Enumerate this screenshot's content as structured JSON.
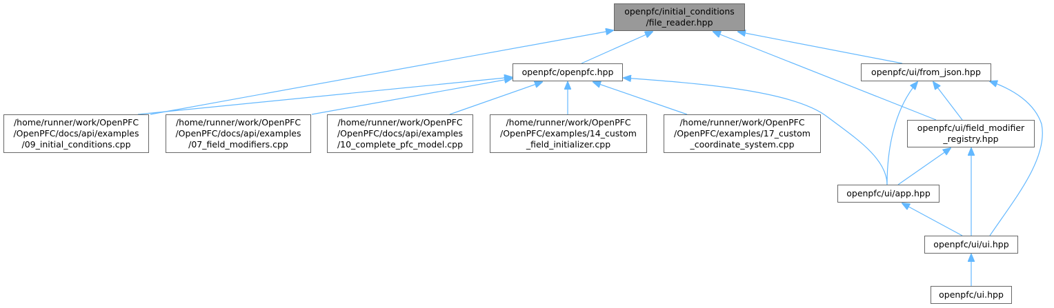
{
  "colors": {
    "edge": "#63b8ff",
    "node_border": "#666666",
    "root_fill": "#999999",
    "node_fill": "#ffffff"
  },
  "nodes": {
    "file_reader": {
      "lines": [
        "openpfc/initial_conditions",
        "/file_reader.hpp"
      ]
    },
    "openpfc": {
      "lines": [
        "openpfc/openpfc.hpp"
      ]
    },
    "from_json": {
      "lines": [
        "openpfc/ui/from_json.hpp"
      ]
    },
    "ex09": {
      "lines": [
        "/home/runner/work/OpenPFC",
        "/OpenPFC/docs/api/examples",
        "/09_initial_conditions.cpp"
      ]
    },
    "ex07": {
      "lines": [
        "/home/runner/work/OpenPFC",
        "/OpenPFC/docs/api/examples",
        "/07_field_modifiers.cpp"
      ]
    },
    "ex10": {
      "lines": [
        "/home/runner/work/OpenPFC",
        "/OpenPFC/docs/api/examples",
        "/10_complete_pfc_model.cpp"
      ]
    },
    "ex14": {
      "lines": [
        "/home/runner/work/OpenPFC",
        "/OpenPFC/examples/14_custom",
        "_field_initializer.cpp"
      ]
    },
    "ex17": {
      "lines": [
        "/home/runner/work/OpenPFC",
        "/OpenPFC/examples/17_custom",
        "_coordinate_system.cpp"
      ]
    },
    "field_modifier": {
      "lines": [
        "openpfc/ui/field_modifier",
        "_registry.hpp"
      ]
    },
    "app": {
      "lines": [
        "openpfc/ui/app.hpp"
      ]
    },
    "ui_ui": {
      "lines": [
        "openpfc/ui/ui.hpp"
      ]
    },
    "ui": {
      "lines": [
        "openpfc/ui.hpp"
      ]
    }
  },
  "edges": [
    {
      "from": "ex09",
      "to": "file_reader"
    },
    {
      "from": "openpfc",
      "to": "file_reader"
    },
    {
      "from": "field_modifier",
      "to": "file_reader"
    },
    {
      "from": "from_json",
      "to": "file_reader"
    },
    {
      "from": "ex09",
      "to": "openpfc"
    },
    {
      "from": "ex07",
      "to": "openpfc"
    },
    {
      "from": "ex10",
      "to": "openpfc"
    },
    {
      "from": "ex14",
      "to": "openpfc"
    },
    {
      "from": "ex17",
      "to": "openpfc"
    },
    {
      "from": "app",
      "to": "openpfc"
    },
    {
      "from": "app",
      "to": "from_json"
    },
    {
      "from": "field_modifier",
      "to": "from_json"
    },
    {
      "from": "ui_ui",
      "to": "from_json"
    },
    {
      "from": "app",
      "to": "field_modifier"
    },
    {
      "from": "ui_ui",
      "to": "field_modifier"
    },
    {
      "from": "ui_ui",
      "to": "app"
    },
    {
      "from": "ui",
      "to": "ui_ui"
    }
  ]
}
